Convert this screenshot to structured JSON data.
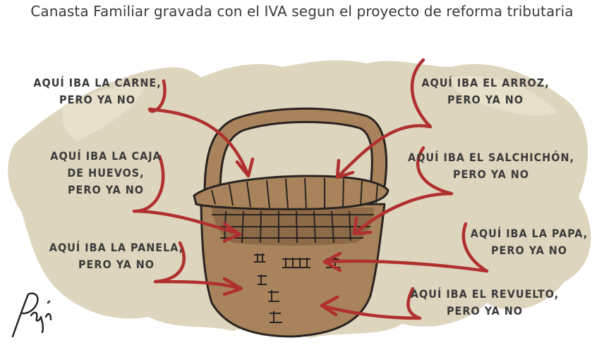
{
  "title": "Canasta Familiar gravada con el IVA segun el proyecto de reforma tributaria",
  "colors": {
    "background_blob": "#ddd5bd",
    "arrow_red": "#b0302f",
    "basket_brown": "#a8835c",
    "outline": "#2a2320"
  },
  "captions": {
    "carne": {
      "line1": "AQUÍ IBA LA CARNE,",
      "line2": "PERO YA NO"
    },
    "huevos": {
      "line1": "AQUÍ IBA LA CAJA",
      "line2": "DE HUEVOS,",
      "line3": "PERO YA NO"
    },
    "panela": {
      "line1": "AQUÍ IBA LA PANELA,",
      "line2": "PERO YA NO"
    },
    "arroz": {
      "line1": "AQUÍ IBA EL ARROZ,",
      "line2": "PERO YA NO"
    },
    "salchichon": {
      "line1": "AQUÍ IBA EL SALCHICHÓN,",
      "line2": "PERO YA NO"
    },
    "papa": {
      "line1": "AQUÍ IBA LA PAPA,",
      "line2": "PERO YA NO"
    },
    "revuelto": {
      "line1": "AQUÍ IBA EL REVUELTO,",
      "line2": "PERO YA NO"
    }
  },
  "illustration": {
    "main": "basket-illustration",
    "signature": "artist-signature"
  }
}
